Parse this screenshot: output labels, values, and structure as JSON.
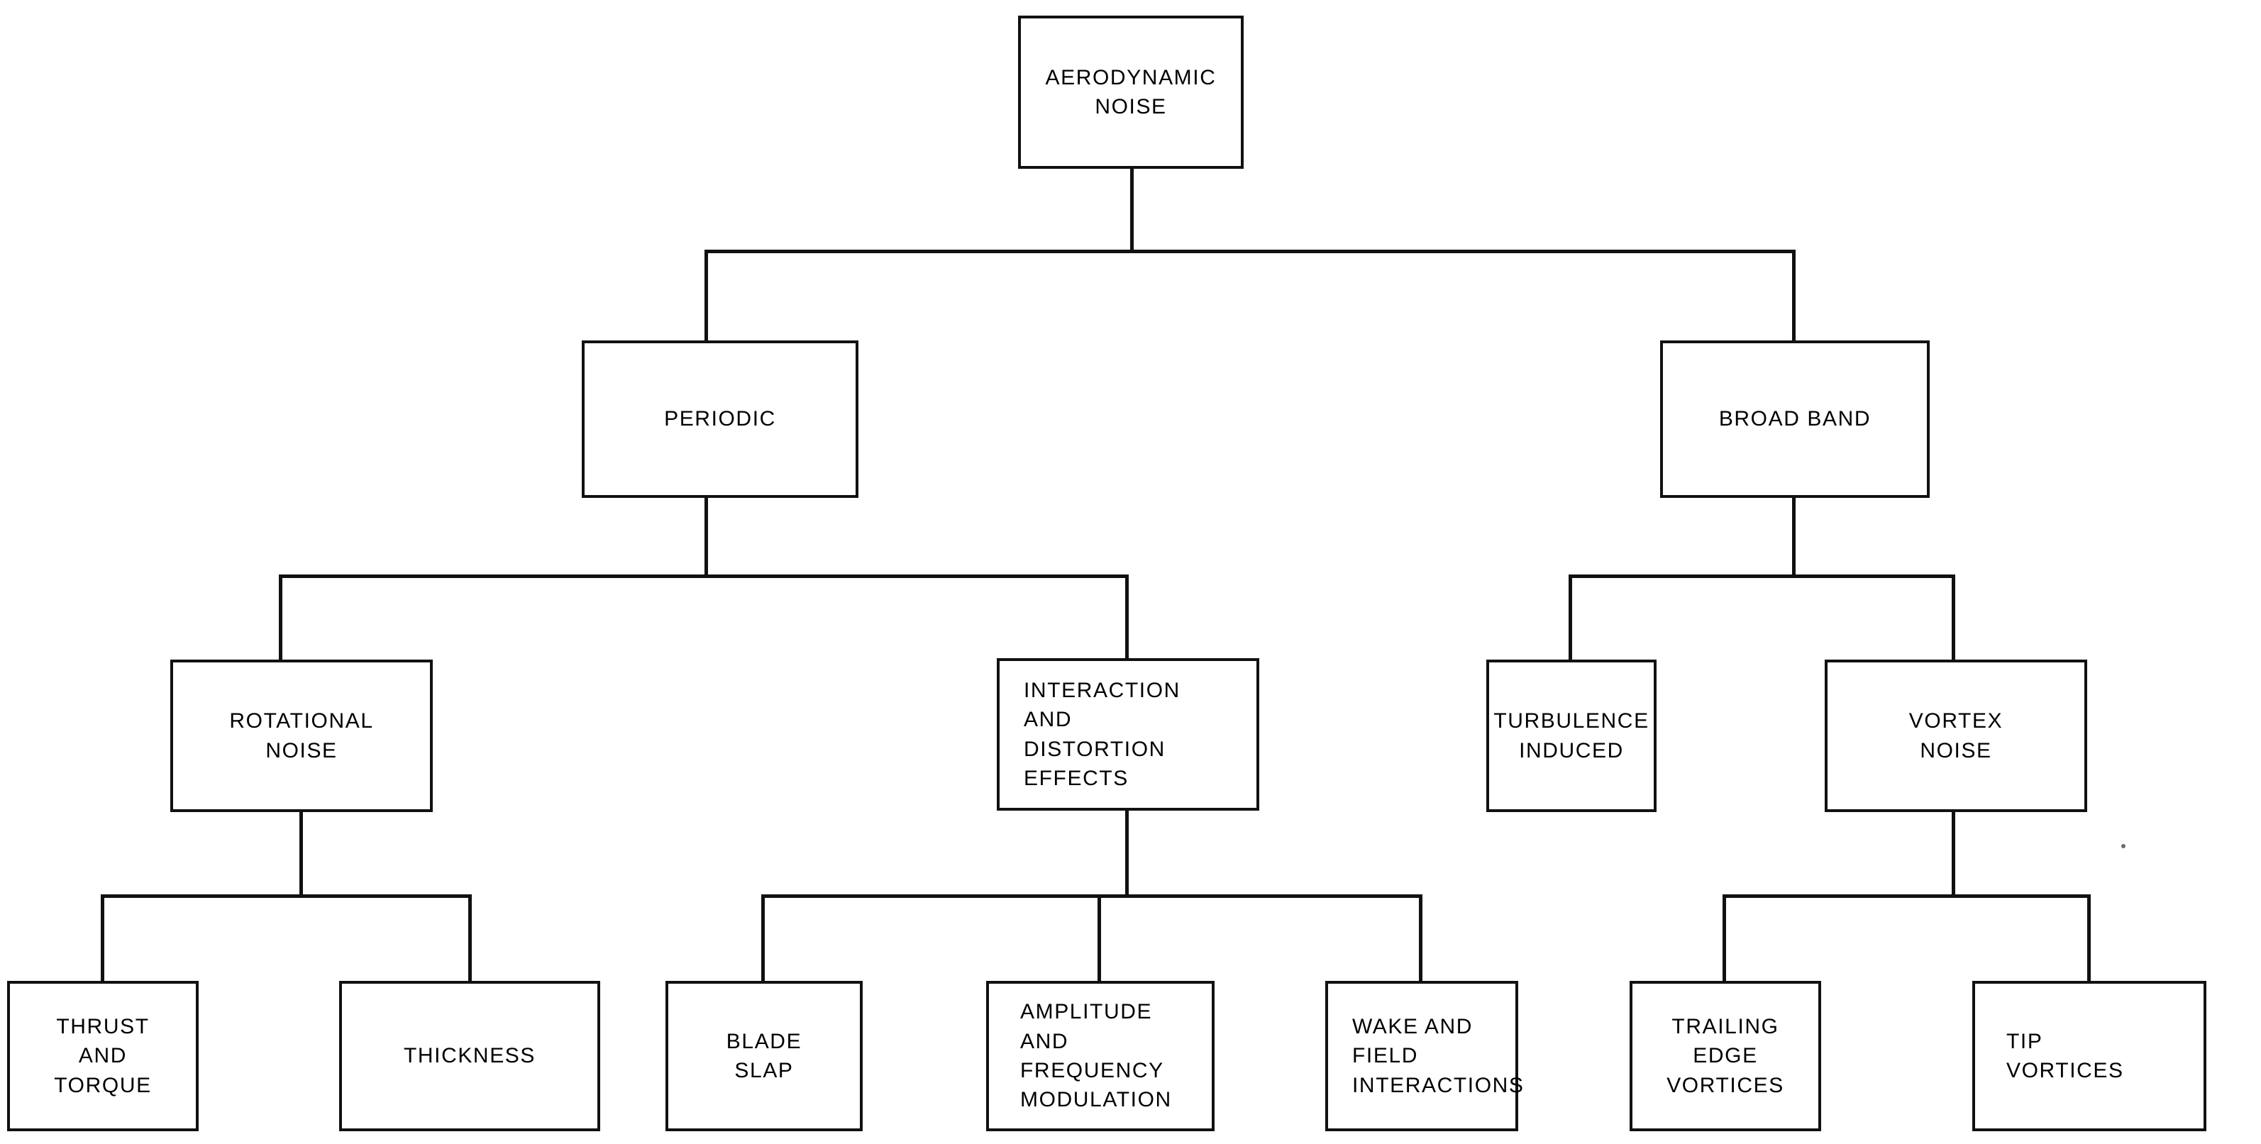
{
  "diagram": {
    "title": "Aerodynamic Noise Classification Tree",
    "type": "hierarchy-tree",
    "line_color": "#111111",
    "background_color": "#ffffff",
    "text_color": "#000000"
  },
  "nodes": {
    "root": {
      "label": "AERODYNAMIC\nNOISE"
    },
    "periodic": {
      "label": "PERIODIC"
    },
    "broad_band": {
      "label": "BROAD BAND"
    },
    "rotational_noise": {
      "label": "ROTATIONAL\nNOISE"
    },
    "interaction_distortion": {
      "label": "INTERACTION\nAND\nDISTORTION\nEFFECTS"
    },
    "turbulence_induced": {
      "label": "TURBULENCE\nINDUCED"
    },
    "vortex_noise": {
      "label": "VORTEX\nNOISE"
    },
    "thrust_and_torque": {
      "label": "THRUST\nAND\nTORQUE"
    },
    "thickness": {
      "label": "THICKNESS"
    },
    "blade_slap": {
      "label": "BLADE\nSLAP"
    },
    "amplitude_frequency_modulation": {
      "label": "AMPLITUDE\nAND\nFREQUENCY\nMODULATION"
    },
    "wake_field_interactions": {
      "label": "WAKE AND\nFIELD\nINTERACTIONS"
    },
    "trailing_edge_vortices": {
      "label": "TRAILING\nEDGE\nVORTICES"
    },
    "tip_vortices": {
      "label": "TIP\nVORTICES"
    }
  },
  "edges": [
    {
      "from": "root",
      "to": "periodic"
    },
    {
      "from": "root",
      "to": "broad_band"
    },
    {
      "from": "periodic",
      "to": "rotational_noise"
    },
    {
      "from": "periodic",
      "to": "interaction_distortion"
    },
    {
      "from": "broad_band",
      "to": "turbulence_induced"
    },
    {
      "from": "broad_band",
      "to": "vortex_noise"
    },
    {
      "from": "rotational_noise",
      "to": "thrust_and_torque"
    },
    {
      "from": "rotational_noise",
      "to": "thickness"
    },
    {
      "from": "interaction_distortion",
      "to": "blade_slap"
    },
    {
      "from": "interaction_distortion",
      "to": "amplitude_frequency_modulation"
    },
    {
      "from": "interaction_distortion",
      "to": "wake_field_interactions"
    },
    {
      "from": "vortex_noise",
      "to": "trailing_edge_vortices"
    },
    {
      "from": "vortex_noise",
      "to": "tip_vortices"
    }
  ]
}
